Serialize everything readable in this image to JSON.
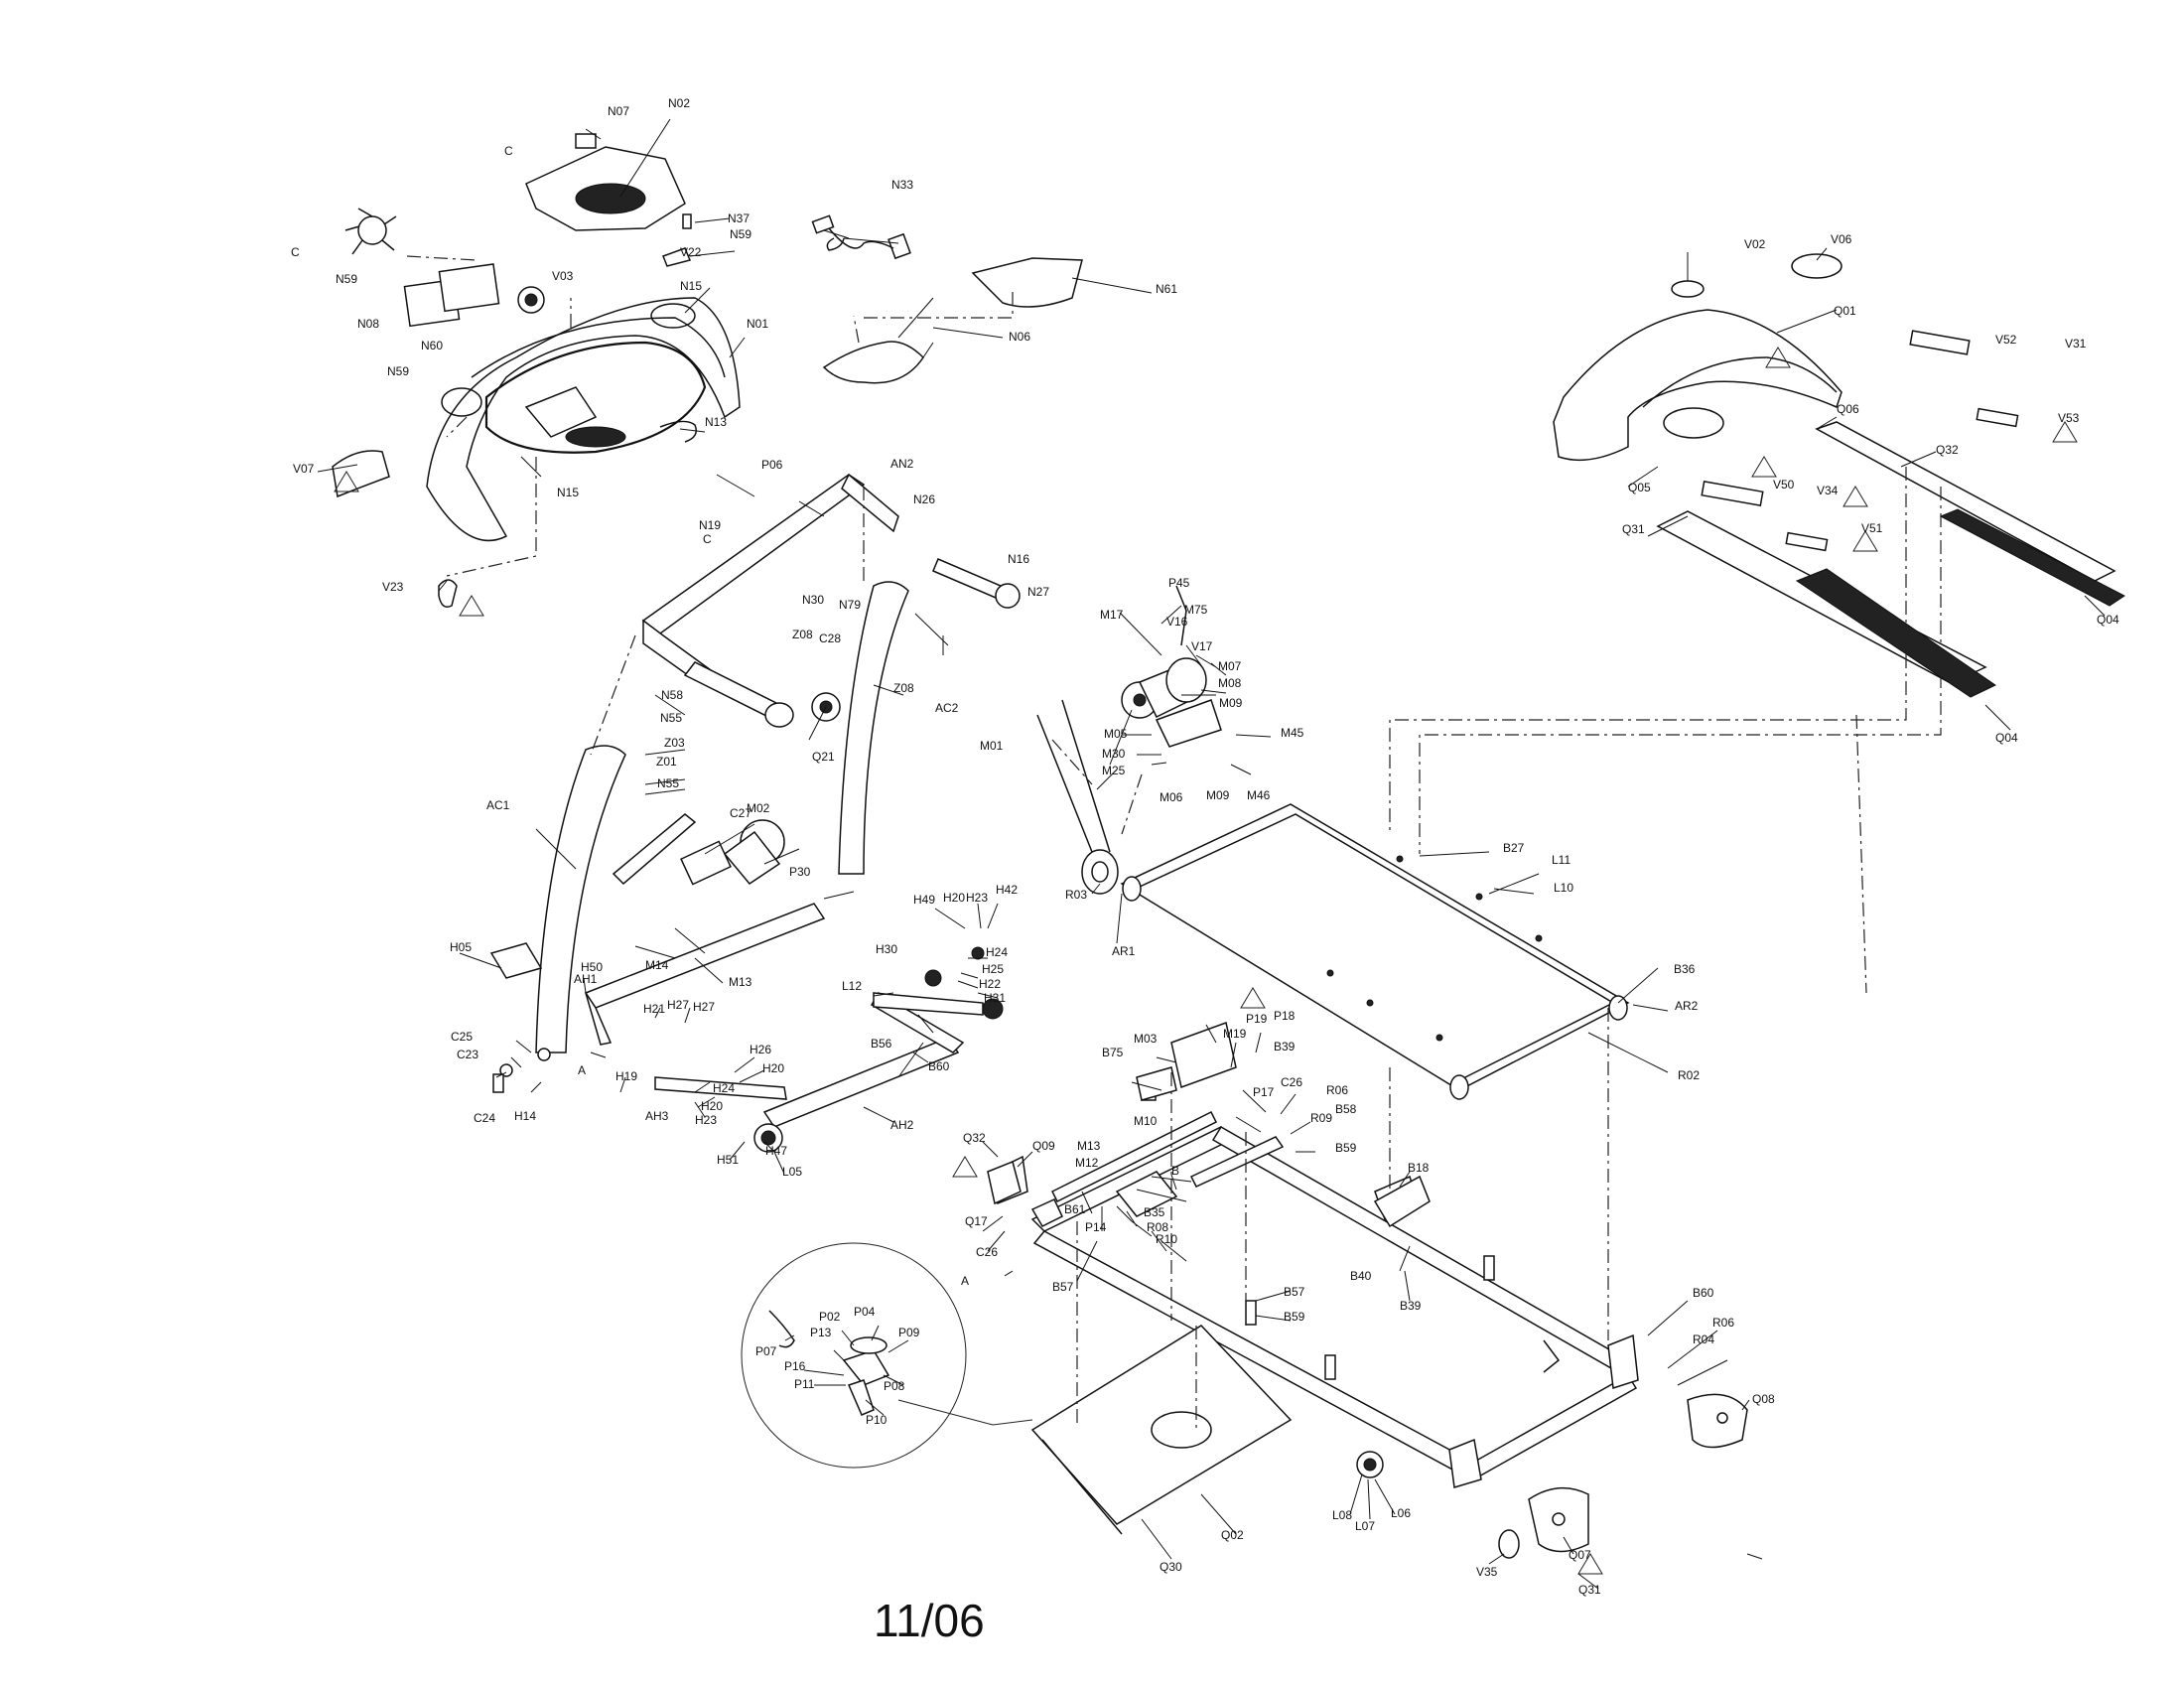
{
  "date_code": "11/06",
  "callouts": [
    {
      "t": "N07"
    },
    {
      "t": "N02"
    },
    {
      "t": "C"
    },
    {
      "t": "N37"
    },
    {
      "t": "N59"
    },
    {
      "t": "V22"
    },
    {
      "t": "N15"
    },
    {
      "t": "C"
    },
    {
      "t": "N59"
    },
    {
      "t": "N08"
    },
    {
      "t": "V03"
    },
    {
      "t": "N59"
    },
    {
      "t": "N60"
    },
    {
      "t": "N01"
    },
    {
      "t": "N13"
    },
    {
      "t": "V07"
    },
    {
      "t": "N15"
    },
    {
      "t": "P06"
    },
    {
      "t": "AN2"
    },
    {
      "t": "N26"
    },
    {
      "t": "N19"
    },
    {
      "t": "C"
    },
    {
      "t": "N16"
    },
    {
      "t": "N27"
    },
    {
      "t": "N30"
    },
    {
      "t": "N79"
    },
    {
      "t": "V23"
    },
    {
      "t": "N33"
    },
    {
      "t": "N61"
    },
    {
      "t": "N06"
    },
    {
      "t": "V02"
    },
    {
      "t": "V06"
    },
    {
      "t": "Q01"
    },
    {
      "t": "V52"
    },
    {
      "t": "V31"
    },
    {
      "t": "V53"
    },
    {
      "t": "Q06"
    },
    {
      "t": "Q32"
    },
    {
      "t": "V50"
    },
    {
      "t": "V34"
    },
    {
      "t": "V51"
    },
    {
      "t": "Q31"
    },
    {
      "t": "Q05"
    },
    {
      "t": "Q04"
    },
    {
      "t": "Q04"
    },
    {
      "t": "Z08"
    },
    {
      "t": "C28"
    },
    {
      "t": "Z08"
    },
    {
      "t": "AC2"
    },
    {
      "t": "N58"
    },
    {
      "t": "N55"
    },
    {
      "t": "Z03"
    },
    {
      "t": "Z01"
    },
    {
      "t": "N55"
    },
    {
      "t": "Q21"
    },
    {
      "t": "AC1"
    },
    {
      "t": "C27"
    },
    {
      "t": "M02"
    },
    {
      "t": "P30"
    },
    {
      "t": "P45"
    },
    {
      "t": "M17"
    },
    {
      "t": "V16"
    },
    {
      "t": "M75"
    },
    {
      "t": "V17"
    },
    {
      "t": "M07"
    },
    {
      "t": "M08"
    },
    {
      "t": "M09"
    },
    {
      "t": "M01"
    },
    {
      "t": "M05"
    },
    {
      "t": "M30"
    },
    {
      "t": "M25"
    },
    {
      "t": "M06"
    },
    {
      "t": "M09"
    },
    {
      "t": "M46"
    },
    {
      "t": "M45"
    },
    {
      "t": "B27"
    },
    {
      "t": "L11"
    },
    {
      "t": "L10"
    },
    {
      "t": "B36"
    },
    {
      "t": "AR2"
    },
    {
      "t": "R02"
    },
    {
      "t": "R03"
    },
    {
      "t": "AR1"
    },
    {
      "t": "H05"
    },
    {
      "t": "AH1"
    },
    {
      "t": "M14"
    },
    {
      "t": "M13"
    },
    {
      "t": "H50"
    },
    {
      "t": "H21"
    },
    {
      "t": "H27"
    },
    {
      "t": "H27"
    },
    {
      "t": "C25"
    },
    {
      "t": "C23"
    },
    {
      "t": "C24"
    },
    {
      "t": "H14"
    },
    {
      "t": "H19"
    },
    {
      "t": "A"
    },
    {
      "t": "H49"
    },
    {
      "t": "H20"
    },
    {
      "t": "H23"
    },
    {
      "t": "H42"
    },
    {
      "t": "H30"
    },
    {
      "t": "H24"
    },
    {
      "t": "H25"
    },
    {
      "t": "H22"
    },
    {
      "t": "H31"
    },
    {
      "t": "L12"
    },
    {
      "t": "B56"
    },
    {
      "t": "B60"
    },
    {
      "t": "H26"
    },
    {
      "t": "H20"
    },
    {
      "t": "H24"
    },
    {
      "t": "AH3"
    },
    {
      "t": "H23"
    },
    {
      "t": "H20"
    },
    {
      "t": "AH2"
    },
    {
      "t": "H51"
    },
    {
      "t": "H47"
    },
    {
      "t": "L05"
    },
    {
      "t": "M03"
    },
    {
      "t": "P19"
    },
    {
      "t": "M19"
    },
    {
      "t": "P18"
    },
    {
      "t": "B39"
    },
    {
      "t": "B75"
    },
    {
      "t": "C26"
    },
    {
      "t": "P17"
    },
    {
      "t": "R06"
    },
    {
      "t": "R09"
    },
    {
      "t": "B58"
    },
    {
      "t": "B59"
    },
    {
      "t": "M10"
    },
    {
      "t": "M13"
    },
    {
      "t": "M12"
    },
    {
      "t": "B"
    },
    {
      "t": "Q32"
    },
    {
      "t": "Q09"
    },
    {
      "t": "Q17"
    },
    {
      "t": "C26"
    },
    {
      "t": "A"
    },
    {
      "t": "B61"
    },
    {
      "t": "P14"
    },
    {
      "t": "B35"
    },
    {
      "t": "R08"
    },
    {
      "t": "R10"
    },
    {
      "t": "B57"
    },
    {
      "t": "B18"
    },
    {
      "t": "B40"
    },
    {
      "t": "B39"
    },
    {
      "t": "B57"
    },
    {
      "t": "B59"
    },
    {
      "t": "B60"
    },
    {
      "t": "R06"
    },
    {
      "t": "R04"
    },
    {
      "t": "Q08"
    },
    {
      "t": "P07"
    },
    {
      "t": "P02"
    },
    {
      "t": "P04"
    },
    {
      "t": "P13"
    },
    {
      "t": "P09"
    },
    {
      "t": "P16"
    },
    {
      "t": "P11"
    },
    {
      "t": "P08"
    },
    {
      "t": "P10"
    },
    {
      "t": "Q30"
    },
    {
      "t": "Q02"
    },
    {
      "t": "L08"
    },
    {
      "t": "L07"
    },
    {
      "t": "L06"
    },
    {
      "t": "V35"
    },
    {
      "t": "Q07"
    },
    {
      "t": "Q31"
    }
  ]
}
